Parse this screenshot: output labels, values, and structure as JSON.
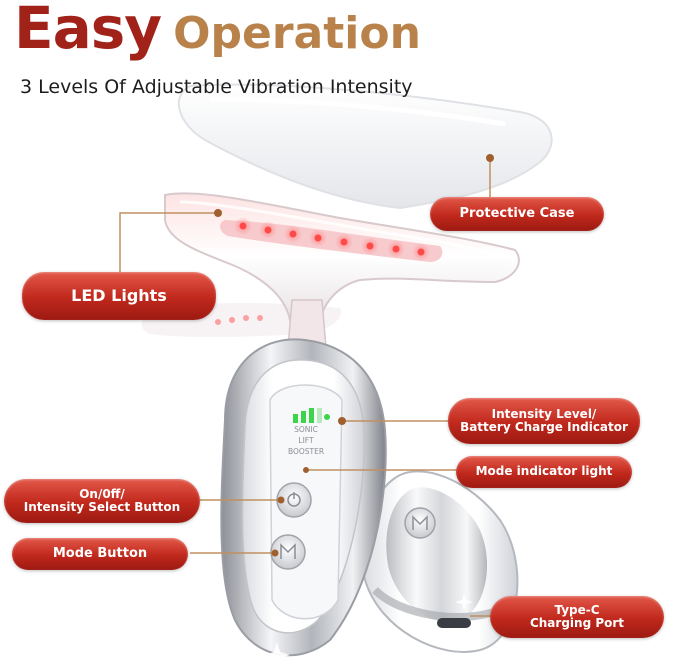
{
  "header": {
    "title_word1": "Easy",
    "title_word2": "Operation",
    "subtitle": "3 Levels Of Adjustable Vibration Intensity"
  },
  "callouts": {
    "protective_case": "Protective Case",
    "led_lights": "LED Lights",
    "intensity_indicator": "Intensity Level/\nBattery Charge Indicator",
    "mode_indicator": "Mode indicator light",
    "power_button": "On/0ff/\nIntensity Select Button",
    "mode_button": "Mode Button",
    "charging_port": "Type-C\nCharging Port"
  },
  "device_print": {
    "line1": "SONIC",
    "line2": "LIFT",
    "line3": "BOOSTER"
  },
  "colors": {
    "title_red": "#a02219",
    "title_gold": "#b8824a",
    "callout_red": "#c0281c",
    "leader_line": "#c09060",
    "led_red": "#ff4a4a",
    "indicator_green": "#3cd44a"
  }
}
